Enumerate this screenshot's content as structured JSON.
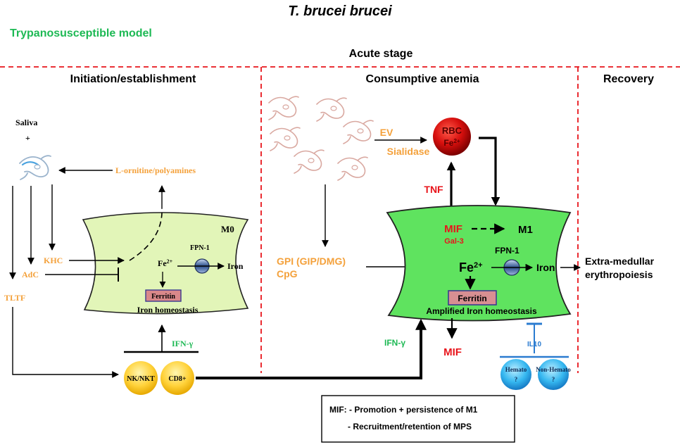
{
  "title": "T. brucei brucei",
  "model_label": "Trypanosusceptible model",
  "stage_label": "Acute stage",
  "phases": {
    "initiation": "Initiation/establishment",
    "consumptive": "Consumptive anemia",
    "recovery": "Recovery"
  },
  "left": {
    "saliva": "Saliva",
    "plus": "+",
    "l_ornitine": "L-ornitine/polyamines",
    "khc": "KHC",
    "adc": "AdC",
    "tltf": "TLTF",
    "m0": "M0",
    "fpn1": "FPN-1",
    "fe": "Fe",
    "fe_sup": "2+",
    "iron": "Iron",
    "ferritin": "Ferritin",
    "homeostasis": "Iron homeostasis",
    "ifn": "IFN-γ",
    "nk": "NK/NKT",
    "cd8": "CD8+"
  },
  "middle": {
    "ev": "EV",
    "sialidase": "Sialidase",
    "rbc": "RBC",
    "rbc_fe": "Fe",
    "rbc_fe_sup": "2+",
    "tnf": "TNF",
    "gpi": "GPI (GIP/DMG)",
    "cpg": "CpG",
    "ifn": "IFN-γ"
  },
  "right_cell": {
    "mif": "MIF",
    "m1": "M1",
    "gal3": "Gal-3",
    "fpn1": "FPN-1",
    "fe": "Fe",
    "fe_sup": "2+",
    "iron": "Iron",
    "ferritin": "Ferritin",
    "homeostasis": "Amplified Iron homeostasis",
    "mif_out": "MIF",
    "il10": "IL10",
    "hemato": "Hemato",
    "hemato_q": "?",
    "nonhemato": "Non-Hemato",
    "nonhemato_q": "?"
  },
  "recovery": {
    "line1": "Extra-medullar",
    "line2": "erythropoiesis"
  },
  "legend": {
    "line1": "MIF: - Promotion + persistence of M1",
    "line2": "- Recruitment/retention of MPS"
  },
  "colors": {
    "orange": "#f4a13b",
    "green": "#1db954",
    "red": "#e8141b",
    "blue": "#2a7bd0",
    "cell_light": "#e2f5b8",
    "cell_bright": "#5fe35f"
  }
}
